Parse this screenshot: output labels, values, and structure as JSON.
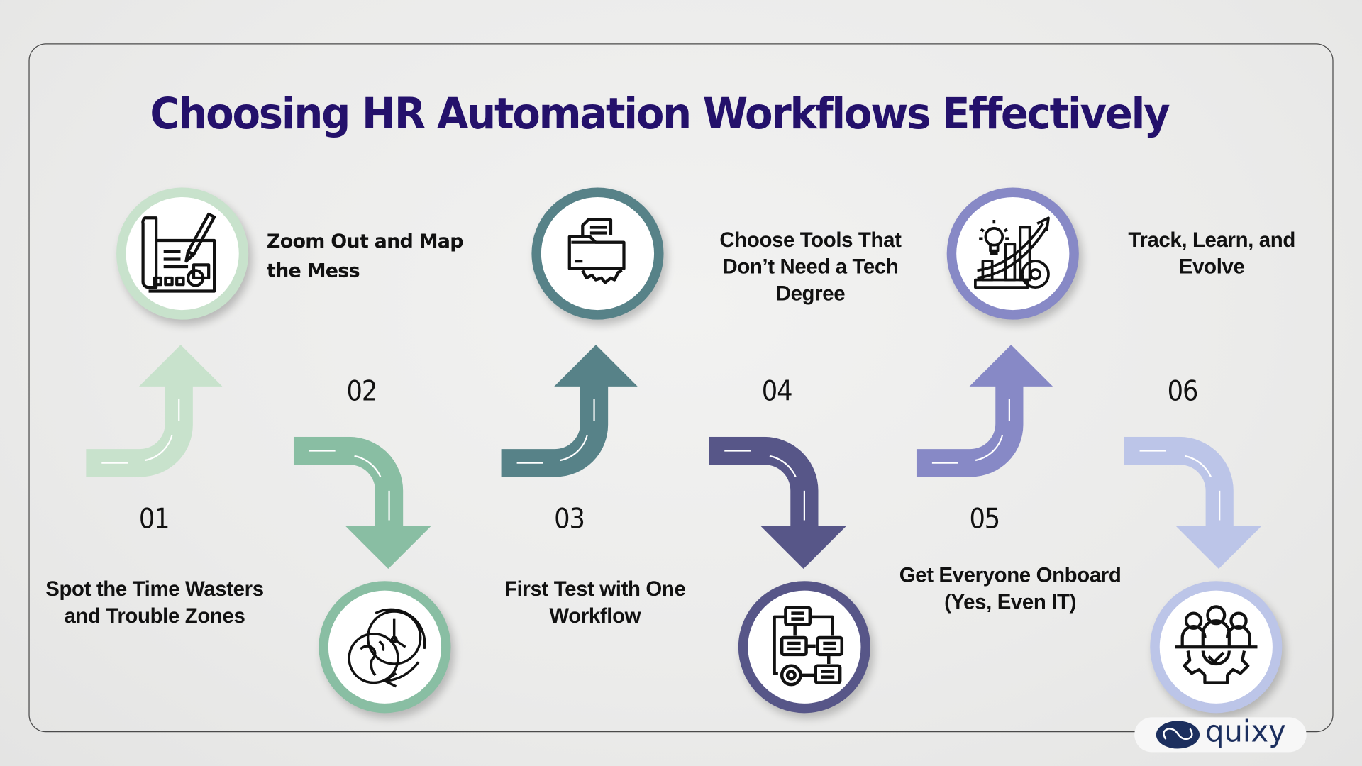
{
  "title": "Choosing HR Automation Workflows Effectively",
  "steps": [
    {
      "number": "01",
      "label_line1": "Spot the Time Wasters",
      "label_line2": "and Trouble Zones",
      "icon": "globe-clock-icon",
      "color": "#c8e2cc",
      "position": "bottom"
    },
    {
      "number": "02",
      "label_line1": "Zoom Out and Map",
      "label_line2": "the Mess",
      "icon": "blueprint-pencil-icon",
      "color": "#89bea3",
      "position": "top"
    },
    {
      "number": "03",
      "label_line1": "First Test with One",
      "label_line2": "Workflow",
      "icon": "workflow-diagram-icon",
      "color": "#578288",
      "position": "bottom"
    },
    {
      "number": "04",
      "label_line1": "Choose Tools That",
      "label_line2": "Don’t Need a Tech",
      "label_line3": "Degree",
      "icon": "folder-gear-icon",
      "color": "#575688",
      "position": "top"
    },
    {
      "number": "05",
      "label_line1": "Get Everyone Onboard",
      "label_line2": "(Yes, Even IT)",
      "icon": "team-gear-check-icon",
      "color": "#8789c6",
      "position": "bottom"
    },
    {
      "number": "06",
      "label_line1": "Track, Learn, and",
      "label_line2": "Evolve",
      "icon": "growth-chart-gear-icon",
      "color": "#bcc5e8",
      "position": "top"
    }
  ],
  "logo": {
    "text": "quixy",
    "color": "#1c2f5e"
  }
}
